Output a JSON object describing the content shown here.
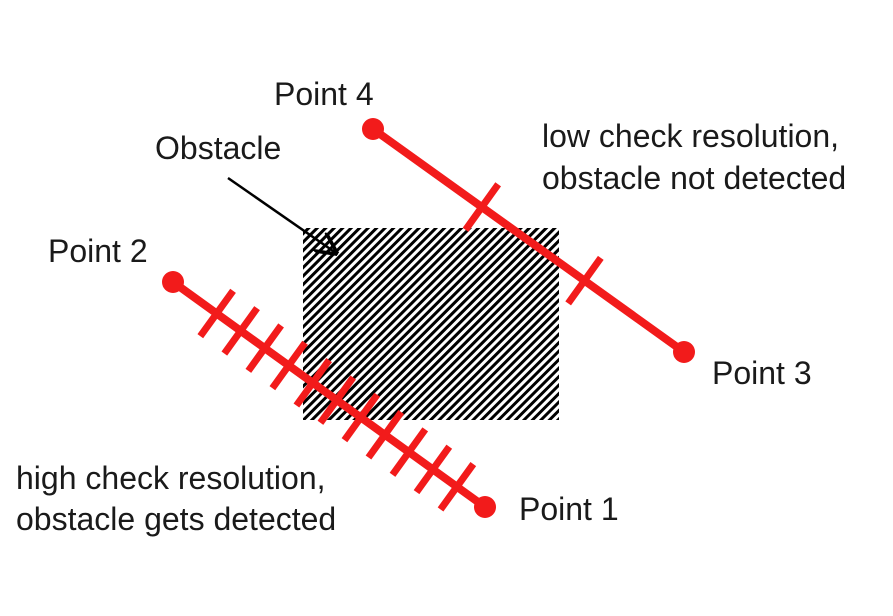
{
  "colors": {
    "path": "#f21b1b",
    "text": "#1a1a1a",
    "hatch": "#000000",
    "arrow": "#000000"
  },
  "labels": {
    "obstacle": "Obstacle",
    "point1": "Point 1",
    "point2": "Point 2",
    "point3": "Point 3",
    "point4": "Point 4"
  },
  "annotations": {
    "low_line1": "low check resolution,",
    "low_line2": "obstacle not detected",
    "high_line1": "high check resolution,",
    "high_line2": "obstacle gets detected"
  },
  "paths": {
    "high_resolution_checks": 11,
    "low_resolution_checks": 2
  }
}
